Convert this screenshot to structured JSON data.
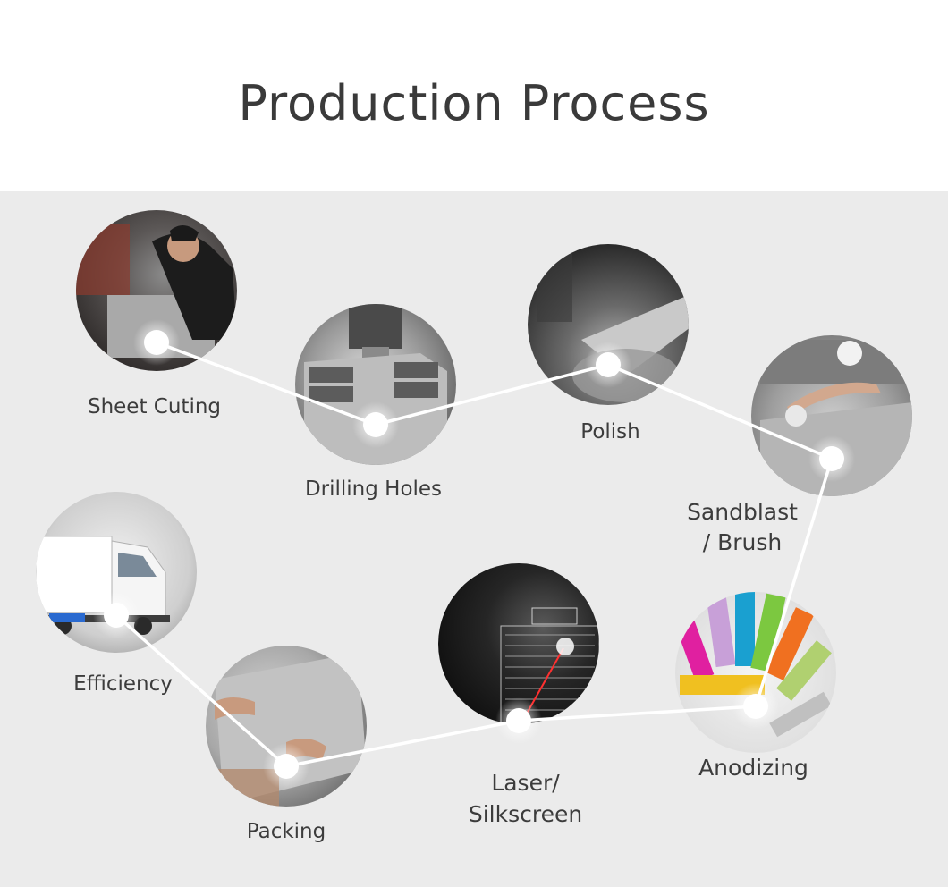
{
  "title": "Production Process",
  "steps": [
    {
      "label": "Sheet Cuting"
    },
    {
      "label": "Drilling Holes"
    },
    {
      "label": "Polish"
    },
    {
      "label": "Sandblast\n/ Brush"
    },
    {
      "label": "Anodizing"
    },
    {
      "label": "Laser/\nSilkscreen"
    },
    {
      "label": "Packing"
    },
    {
      "label": "Efficiency"
    }
  ],
  "colors": {
    "background": "#ebebeb",
    "connector": "#ffffff",
    "text": "#3c3c3c"
  }
}
